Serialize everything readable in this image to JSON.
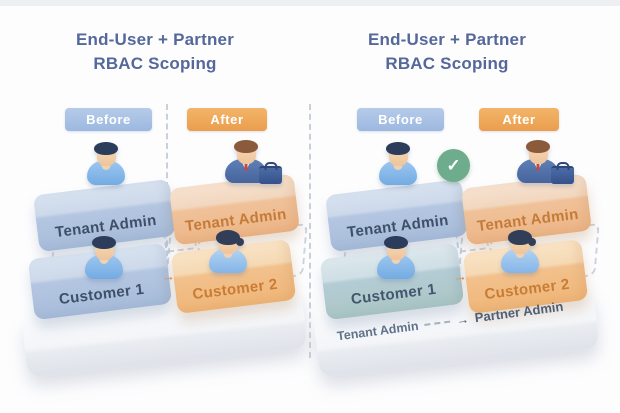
{
  "colors": {
    "badge_before_bg": "#a9c4e6",
    "badge_after_bg": "#f0a95b",
    "title_text": "#55689b",
    "check_bg": "#6dac8d",
    "block_blue_label": "#3e4f6a",
    "block_orange_label": "#c57b38",
    "platform": "#eef0f4"
  },
  "icons": {
    "check": "✓",
    "arrow_right": "→"
  },
  "panels": [
    {
      "title_line1": "End-User + Partner",
      "title_line2": "RBAC Scoping",
      "before_label": "Before",
      "after_label": "After",
      "blocks": {
        "tenant_admin_before": "Tenant Admin",
        "tenant_admin_after": "Tenant Admin",
        "customer_1": "Customer 1",
        "customer_2": "Customer 2"
      }
    },
    {
      "title_line1": "End-User + Partner",
      "title_line2": "RBAC Scoping",
      "before_label": "Before",
      "after_label": "After",
      "blocks": {
        "tenant_admin_before": "Tenant Admin",
        "tenant_admin_after": "Tenant Admin",
        "customer_1": "Customer 1",
        "customer_2": "Customer 2"
      },
      "footnote": {
        "from": "Tenant Admin",
        "arrow": "→",
        "to": "Partner Admin"
      }
    }
  ]
}
